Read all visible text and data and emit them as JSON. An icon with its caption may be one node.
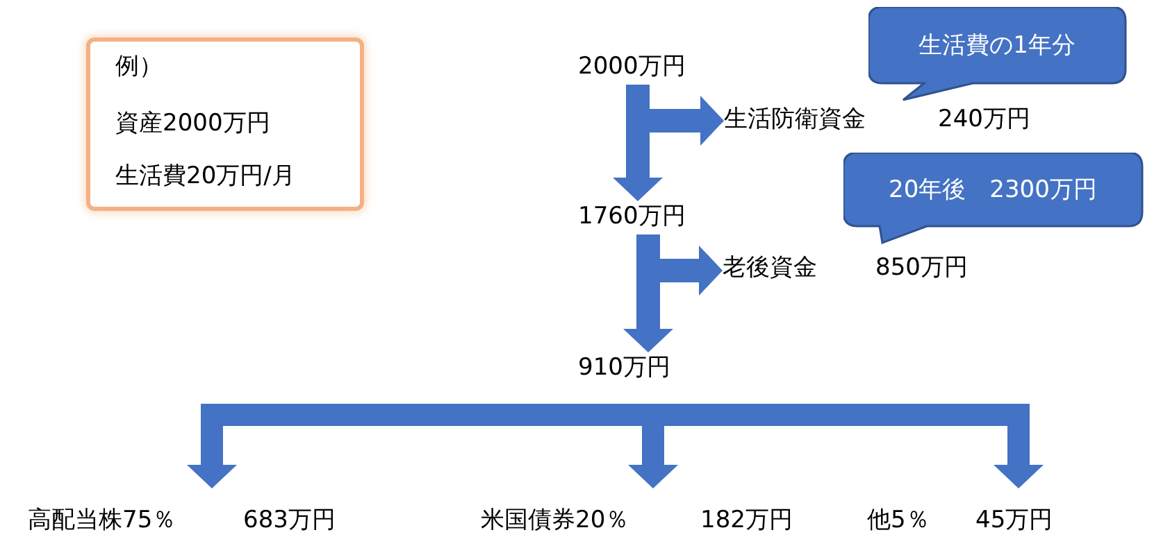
{
  "diagram": {
    "nodes": [
      {
        "text": [
          "例）",
          "資産2000万円",
          "生活費20万円/月"
        ]
      },
      {
        "text": [
          "2000万円"
        ]
      },
      {
        "text": [
          "生活防衛資金",
          "240万円"
        ]
      },
      {
        "text": [
          "生活費の1年分"
        ]
      },
      {
        "text": [
          "1760万円"
        ]
      },
      {
        "text": [
          "老後資金",
          "850万円"
        ]
      },
      {
        "text": [
          "20年後　2300万円"
        ]
      },
      {
        "text": [
          "910万円"
        ]
      },
      {
        "text": [
          "高配当株75％",
          "683万円"
        ]
      },
      {
        "text": [
          "米国債券20％",
          "182万円"
        ]
      },
      {
        "text": [
          "他5％",
          "45万円"
        ]
      }
    ],
    "edges": [
      {
        "from": 1,
        "to": 2,
        "arrow": "to"
      },
      {
        "from": 1,
        "to": 4,
        "arrow": "to"
      },
      {
        "from": 4,
        "to": 5,
        "arrow": "to"
      },
      {
        "from": 4,
        "to": 7,
        "arrow": "to"
      },
      {
        "from": 7,
        "to": 8,
        "arrow": "to"
      },
      {
        "from": 7,
        "to": 9,
        "arrow": "to"
      },
      {
        "from": 7,
        "to": 10,
        "arrow": "to"
      }
    ]
  }
}
